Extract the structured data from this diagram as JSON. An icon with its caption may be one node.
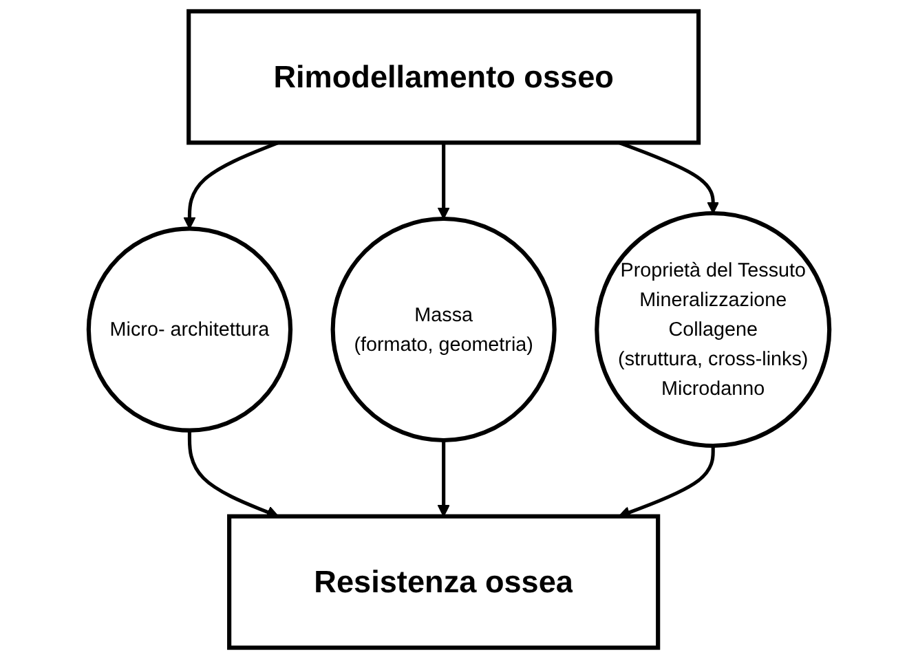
{
  "diagram": {
    "nodes": [
      {
        "text": [
          "Rimodellamento osseo"
        ]
      },
      {
        "text": [
          "Micro- architettura"
        ]
      },
      {
        "text": [
          "Massa",
          "(formato, geometria)"
        ]
      },
      {
        "text": [
          "Proprietà del Tessuto",
          "Mineralizzazione",
          "Collagene",
          "(struttura, cross-links)",
          "Microdanno"
        ]
      },
      {
        "text": [
          "Resistenza ossea"
        ]
      }
    ],
    "edges": [
      {
        "from": 0,
        "to": 1,
        "arrow": "to"
      },
      {
        "from": 0,
        "to": 2,
        "arrow": "to"
      },
      {
        "from": 0,
        "to": 3,
        "arrow": "to"
      },
      {
        "from": 1,
        "to": 4,
        "arrow": "to"
      },
      {
        "from": 2,
        "to": 4,
        "arrow": "to"
      },
      {
        "from": 3,
        "to": 4,
        "arrow": "to"
      }
    ]
  }
}
